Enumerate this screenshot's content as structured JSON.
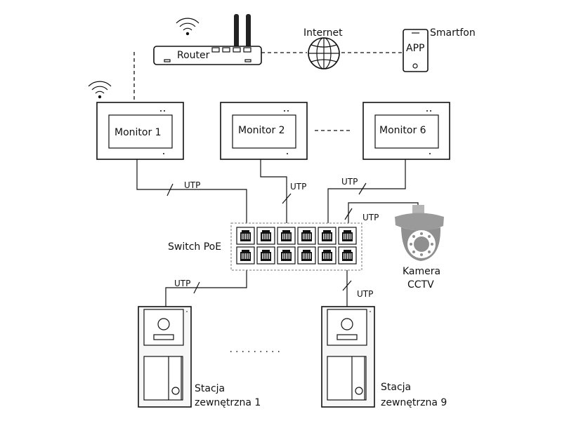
{
  "labels": {
    "router": "Router",
    "internet": "Internet",
    "smartphone": "Smartfon",
    "app": "APP",
    "monitor1": "Monitor 1",
    "monitor2": "Monitor 2",
    "monitor6": "Monitor 6",
    "switch": "Switch PoE",
    "camera_line1": "Kamera",
    "camera_line2": "CCTV",
    "cable": "UTP",
    "station1_line1": "Stacja",
    "station1_line2": "zewnętrzna 1",
    "station9_line1": "Stacja",
    "station9_line2": "zewnętrzna 9"
  },
  "icons": [
    "wifi-icon",
    "globe-icon",
    "smartphone-icon",
    "router-icon",
    "camera-icon",
    "rj45-port-icon"
  ]
}
